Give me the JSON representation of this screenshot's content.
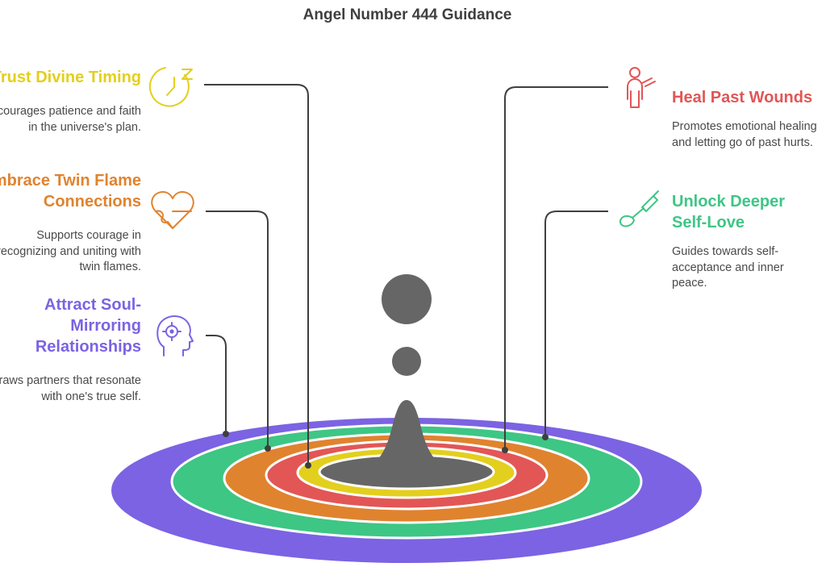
{
  "title": "Angel Number 444 Guidance",
  "colors": {
    "yellow": "#e3cf1d",
    "red": "#e25656",
    "orange": "#e0832f",
    "green": "#3ec685",
    "purple": "#7b63e3",
    "gray": "#666666",
    "line": "#3f3f3f"
  },
  "left_items": [
    {
      "heading": "Trust Divine Timing",
      "description": "Encourages patience and faith in the universe's plan.",
      "icon": "clock-icon"
    },
    {
      "heading": "Embrace Twin Flame Connections",
      "description": "Supports courage in recognizing and uniting with twin flames.",
      "icon": "heart-puzzle-icon"
    },
    {
      "heading": "Attract Soul-Mirroring Relationships",
      "description": "Draws partners that resonate with one's true self.",
      "icon": "head-target-icon"
    }
  ],
  "right_items": [
    {
      "heading": "Heal Past Wounds",
      "description": "Promotes emotional healing and letting go of past hurts.",
      "icon": "person-bandage-icon"
    },
    {
      "heading": "Unlock Deeper Self-Love",
      "description": "Guides towards self-acceptance and inner peace.",
      "icon": "brush-icon"
    }
  ]
}
